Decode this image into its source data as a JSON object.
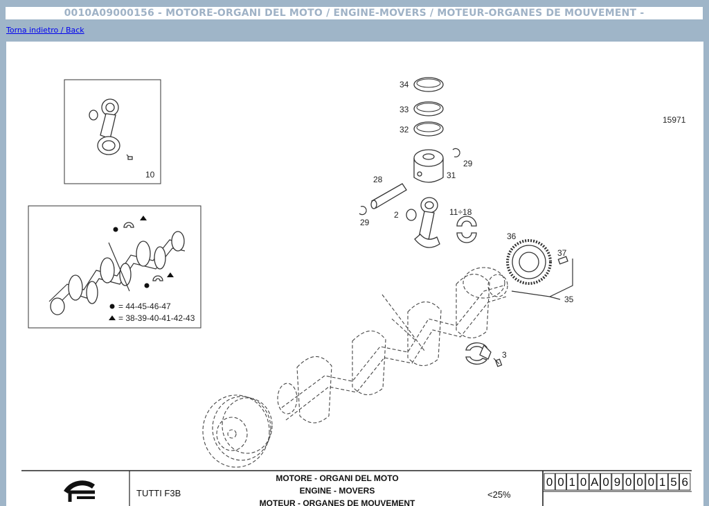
{
  "header": {
    "title": "0010A09000156 - MOTORE-ORGANI DEL MOTO / ENGINE-MOVERS / MOTEUR-ORGANES DE MOUVEMENT -"
  },
  "nav": {
    "back_label": "Torna indietro / Back"
  },
  "drawing": {
    "drawing_number": "15971",
    "callouts": {
      "c34": "34",
      "c33": "33",
      "c32": "32",
      "c29a": "29",
      "c31": "31",
      "c28": "28",
      "c29b": "29",
      "c2": "2",
      "c11_18": "11÷18",
      "c36": "36",
      "c37": "37",
      "c35": "35",
      "c3": "3",
      "c10": "10"
    },
    "legend": {
      "circle_refs": "= 44-45-46-47",
      "triangle_refs": "= 38-39-40-41-42-43"
    }
  },
  "footer": {
    "model": "TUTTI F3B",
    "line1": "MOTORE - ORGANI DEL MOTO",
    "line2": "ENGINE - MOVERS",
    "line3": "MOTEUR - ORGANES DE MOUVEMENT",
    "percent": "<25%",
    "code_chars": [
      "0",
      "0",
      "1",
      "0",
      "A",
      "0",
      "9",
      "0",
      "0",
      "0",
      "1",
      "5",
      "6"
    ]
  }
}
